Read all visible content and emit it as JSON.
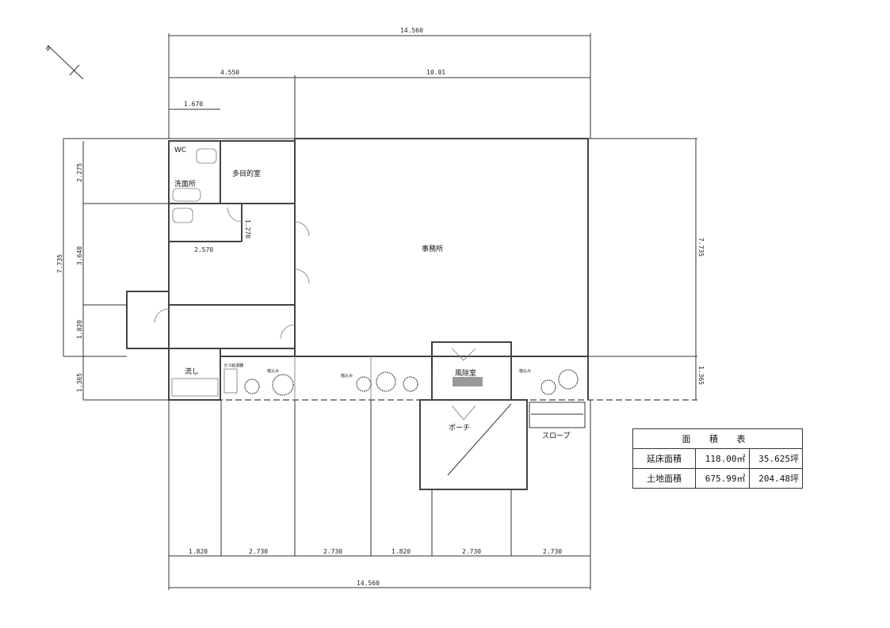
{
  "dimensions": {
    "top_total": "14.560",
    "top_left": "4.550",
    "top_right": "10.01",
    "top_small": "1.670",
    "left_total": "7.735",
    "left_1": "2.275",
    "left_2": "3.640",
    "left_3": "1.820",
    "left_4": "1.365",
    "right_total": "7.735",
    "right_bottom": "1.365",
    "toilet_height": "1.270",
    "toilet_width": "2.570",
    "bottom_segments": [
      "1.820",
      "2.730",
      "2.730",
      "1.820",
      "2.730",
      "2.730"
    ],
    "bottom_total": "14.560"
  },
  "rooms": {
    "wc": "WC",
    "washroom": "洗面所",
    "multipurpose": "多目的室",
    "office": "事務所",
    "sink": "流し",
    "gas_heater": "ガス給湯器",
    "planting": "植込み",
    "windbreak": "風除室",
    "porch": "ポーチ",
    "slope": "スロープ"
  },
  "area_table": {
    "title": "面 積 表",
    "rows": [
      {
        "label": "延床面積",
        "sqm": "118.00㎡",
        "tsubo": "35.625坪"
      },
      {
        "label": "土地面積",
        "sqm": "675.99㎡",
        "tsubo": "204.48坪"
      }
    ]
  }
}
